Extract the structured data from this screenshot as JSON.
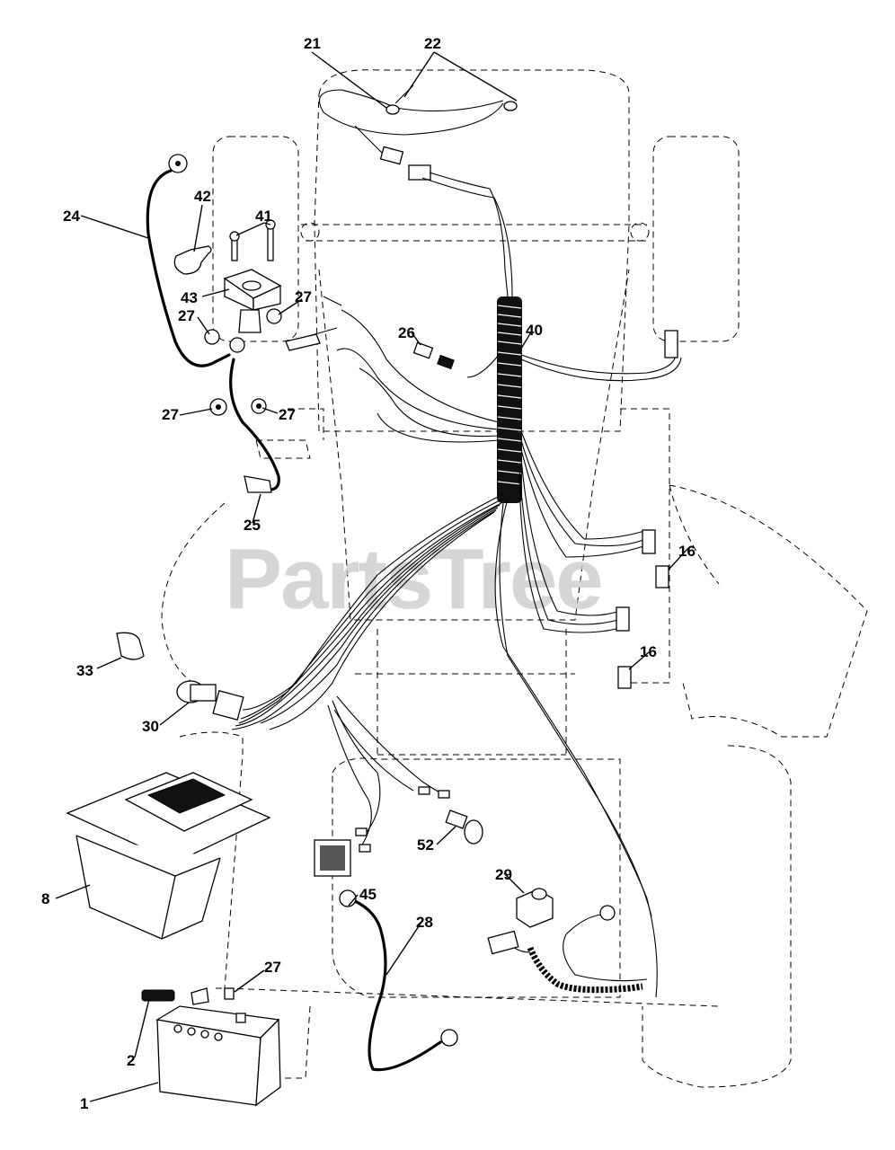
{
  "watermark": "PartsTree",
  "callouts": [
    {
      "id": "c21",
      "text": "21"
    },
    {
      "id": "c22",
      "text": "22"
    },
    {
      "id": "c24",
      "text": "24"
    },
    {
      "id": "c42",
      "text": "42"
    },
    {
      "id": "c41",
      "text": "41"
    },
    {
      "id": "c43",
      "text": "43"
    },
    {
      "id": "c27a",
      "text": "27"
    },
    {
      "id": "c27b",
      "text": "27"
    },
    {
      "id": "c27c",
      "text": "27"
    },
    {
      "id": "c27d",
      "text": "27"
    },
    {
      "id": "c26",
      "text": "26"
    },
    {
      "id": "c40",
      "text": "40"
    },
    {
      "id": "c25",
      "text": "25"
    },
    {
      "id": "c16a",
      "text": "16"
    },
    {
      "id": "c16b",
      "text": "16"
    },
    {
      "id": "c33",
      "text": "33"
    },
    {
      "id": "c30",
      "text": "30"
    },
    {
      "id": "c52",
      "text": "52"
    },
    {
      "id": "c29",
      "text": "29"
    },
    {
      "id": "c8",
      "text": "8"
    },
    {
      "id": "c45",
      "text": "45"
    },
    {
      "id": "c28",
      "text": "28"
    },
    {
      "id": "c27e",
      "text": "27"
    },
    {
      "id": "c2",
      "text": "2"
    },
    {
      "id": "c1",
      "text": "1"
    }
  ]
}
